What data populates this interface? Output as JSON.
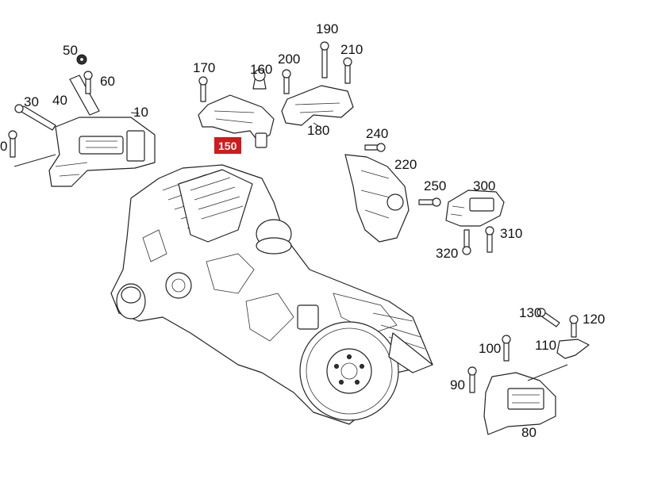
{
  "highlight_color": "#d11a1a",
  "labels": {
    "l0": "0",
    "l10": "10",
    "l30": "30",
    "l40": "40",
    "l50": "50",
    "l60": "60",
    "l80": "80",
    "l90": "90",
    "l100": "100",
    "l110": "110",
    "l120": "120",
    "l130": "130",
    "l150": "150",
    "l160": "160",
    "l170": "170",
    "l180": "180",
    "l190": "190",
    "l200": "200",
    "l210": "210",
    "l220": "220",
    "l240": "240",
    "l250": "250",
    "l300": "300",
    "l310": "310",
    "l320": "320"
  }
}
